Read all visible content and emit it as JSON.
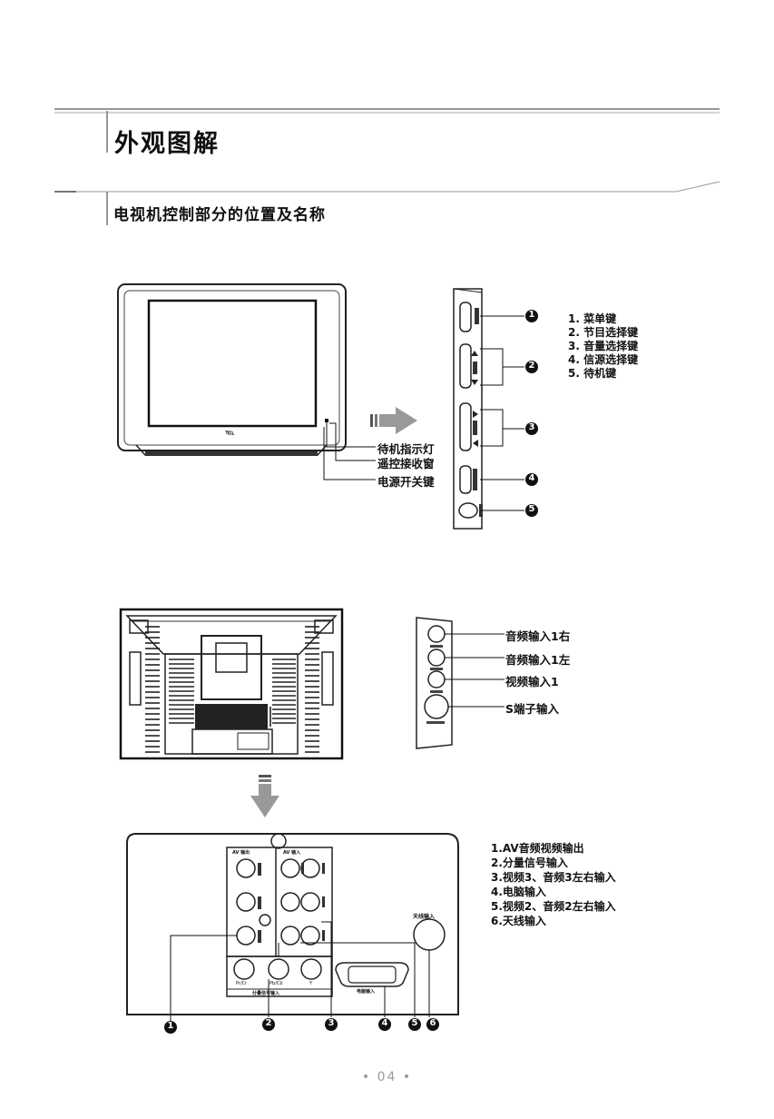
{
  "header": {
    "title": "外观图解",
    "subtitle": "电视机控制部分的位置及名称"
  },
  "front_panel": {
    "callouts": [
      "待机指示灯",
      "遥控接收窗",
      "电源开关键"
    ],
    "legend": [
      "1.  菜单键",
      "2.  节目选择键",
      "3.  音量选择键",
      "4.  信源选择键",
      "5.  待机键"
    ],
    "marker_numbers": [
      "1",
      "2",
      "3",
      "4",
      "5"
    ]
  },
  "side_panel": {
    "callouts": [
      "音频输入1右",
      "音频输入1左",
      "视频输入1",
      "S端子输入"
    ]
  },
  "rear_panel": {
    "legend": [
      "1.AV音频视频输出",
      "2.分量信号输入",
      "3.视频3、音频3左右输入",
      "4.电脑输入",
      "5.视频2、音频2左右输入",
      "6.天线输入"
    ],
    "marker_numbers": [
      "1",
      "2",
      "3",
      "4",
      "5",
      "6"
    ],
    "labels": {
      "av_out": "AV 输出",
      "av_in": "AV 输入",
      "antenna": "天线输入",
      "pc_in": "电脑输入",
      "component": "分量信号输入",
      "pr": "Pr/Cr",
      "pb": "Pb/Cb",
      "y": "Y",
      "brand": "TCL"
    }
  },
  "footer": {
    "page_number": "04"
  }
}
